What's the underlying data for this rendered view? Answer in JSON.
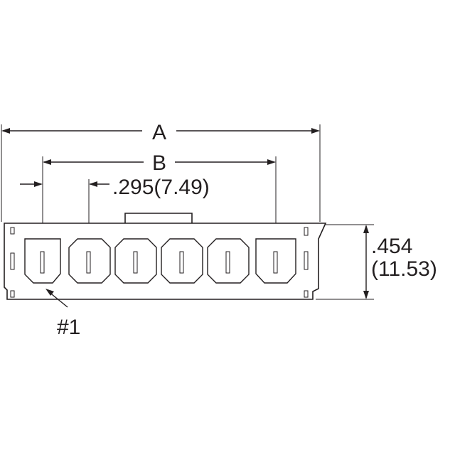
{
  "labels": {
    "dim_a": "A",
    "dim_b": "B",
    "pitch": ".295(7.49)",
    "height_in": ".454",
    "height_mm": "(11.53)",
    "pin_one": "#1"
  },
  "colors": {
    "line": "#231f20",
    "background": "#ffffff"
  }
}
